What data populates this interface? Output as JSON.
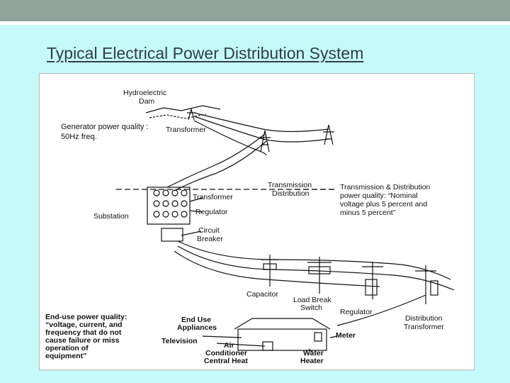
{
  "slide": {
    "title": "Typical Electrical Power Distribution System"
  },
  "annotation": {
    "generator_note": "Generator power quality : 50Hz freq."
  },
  "diagram": {
    "hydro_line1": "Hydroelectric",
    "hydro_line2": "Dam",
    "transformer_top": "Transformer",
    "transmission": "Transmission",
    "distribution": "Distribution",
    "td_quality_1": "Transmission & Distribution",
    "td_quality_2": "power quality: “Nominal",
    "td_quality_3": "voltage plus 5 percent and",
    "td_quality_4": "minus 5 percent”",
    "substation": "Substation",
    "transformer_sub": "Transformer",
    "regulator_sub": "Regulator",
    "circuit_breaker_1": "Circuit",
    "circuit_breaker_2": "Breaker",
    "capacitor": "Capacitor",
    "load_break_1": "Load Break",
    "load_break_2": "Switch",
    "regulator_line": "Regulator",
    "dist_transformer_1": "Distribution",
    "dist_transformer_2": "Transformer",
    "enduse_1": "End-use power quality:",
    "enduse_2": "“voltage, current, and",
    "enduse_3": "frequency that do not",
    "enduse_4": "cause failure or miss",
    "enduse_5": "operation of",
    "enduse_6": "equipment”",
    "appliances_1": "End Use",
    "appliances_2": "Appliances",
    "television": "Television",
    "aircon_1": "Air",
    "aircon_2": "Conditioner",
    "aircon_3": "Central Heat",
    "meter": "Meter",
    "water_1": "Water",
    "water_2": "Heater"
  }
}
